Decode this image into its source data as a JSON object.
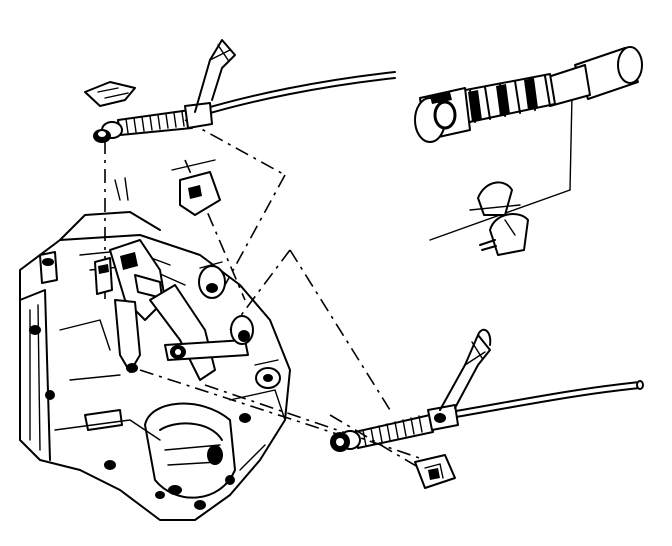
{
  "figure": {
    "kind": "exploded-view line drawing",
    "palette": {
      "ink": "#000000",
      "paper": "#ffffff"
    },
    "parts": [
      "transaxle-assembly",
      "upper-shift-cable",
      "lower-shift-cable",
      "cable-end-detail",
      "retaining-clips",
      "cable-bushings"
    ]
  }
}
